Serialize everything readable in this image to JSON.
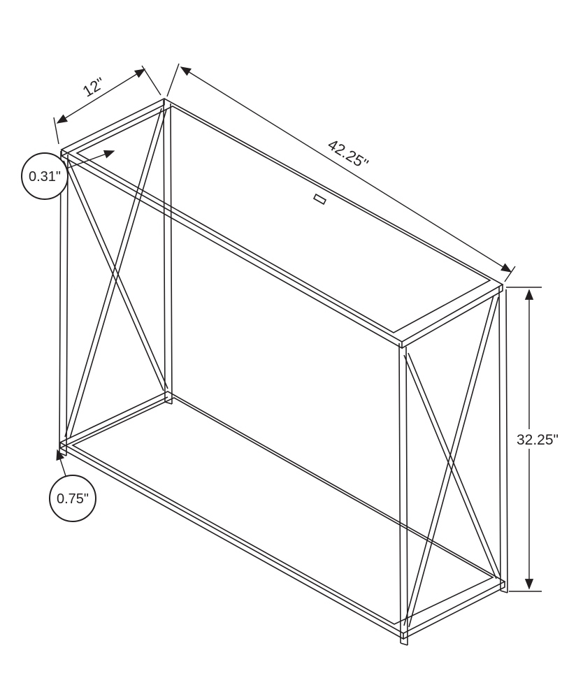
{
  "diagram": {
    "labels": {
      "depth": "12\"",
      "length": "42.25\"",
      "height": "32.25\"",
      "top_thickness": "0.31\"",
      "shelf_thickness": "0.75\""
    },
    "colors": {
      "line": "#231f20",
      "background": "#ffffff"
    }
  }
}
